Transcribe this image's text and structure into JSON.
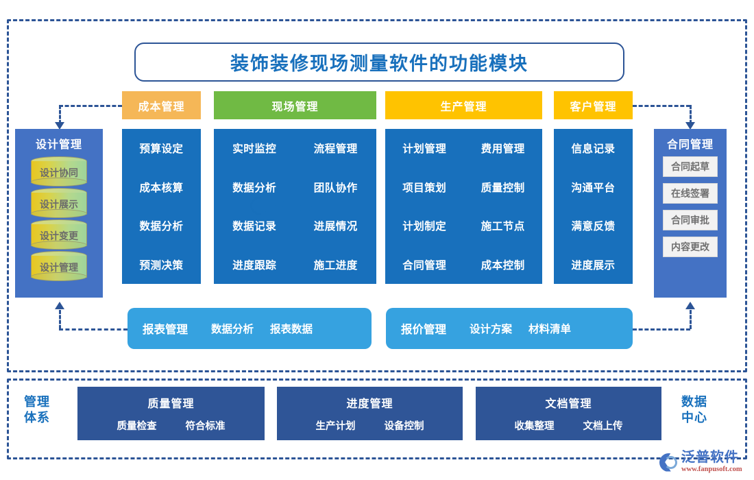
{
  "title": "装饰装修现场测量软件的功能模块",
  "tabs": [
    {
      "label": "成本管理",
      "color": "#F5B757"
    },
    {
      "label": "现场管理",
      "color": "#70BA44"
    },
    {
      "label": "生产管理",
      "color": "#FFC300"
    },
    {
      "label": "客户管理",
      "color": "#FFC300"
    }
  ],
  "columns": {
    "cost": {
      "items": [
        "预算设定",
        "成本核算",
        "数据分析",
        "预测决策"
      ]
    },
    "site": {
      "items": [
        "实时监控",
        "流程管理",
        "数据分析",
        "团队协作",
        "数据记录",
        "进展情况",
        "进度跟踪",
        "施工进度"
      ]
    },
    "prod": {
      "items": [
        "计划管理",
        "费用管理",
        "项目策划",
        "质量控制",
        "计划制定",
        "施工节点",
        "合同管理",
        "成本控制"
      ]
    },
    "cust": {
      "items": [
        "信息记录",
        "沟通平台",
        "满意反馈",
        "进度展示"
      ]
    }
  },
  "design_panel": {
    "title": "设计管理",
    "items": [
      "设计协同",
      "设计展示",
      "设计变更",
      "设计管理"
    ]
  },
  "contract_panel": {
    "title": "合同管理",
    "items": [
      "合同起草",
      "在线签署",
      "合同审批",
      "内容更改"
    ]
  },
  "bars": [
    {
      "title": "报表管理",
      "items": [
        "数据分析",
        "报表数据"
      ],
      "color": "#36A2E0"
    },
    {
      "title": "报价管理",
      "items": [
        "设计方案",
        "材料清单"
      ],
      "color": "#36A2E0"
    }
  ],
  "bottom": {
    "left_label": "管理\n体系",
    "left_label_line1": "管理",
    "left_label_line2": "体系",
    "right_label_line1": "数据",
    "right_label_line2": "中心",
    "boxes": [
      {
        "title": "质量管理",
        "items": [
          "质量检查",
          "符合标准"
        ]
      },
      {
        "title": "进度管理",
        "items": [
          "生产计划",
          "设备控制"
        ]
      },
      {
        "title": "文档管理",
        "items": [
          "收集整理",
          "文档上传"
        ]
      }
    ]
  },
  "watermark": {
    "text": "泛普软件"
  },
  "logo": {
    "name": "泛普软件",
    "url": "www.fanpusoft.com"
  },
  "theme": {
    "frame": "#2c5496",
    "title_color": "#1870BC",
    "column_blue": "#1870BC",
    "panel_blue": "#4472C4",
    "bar_blue": "#36A2E0",
    "dark_blue": "#2F5597"
  }
}
